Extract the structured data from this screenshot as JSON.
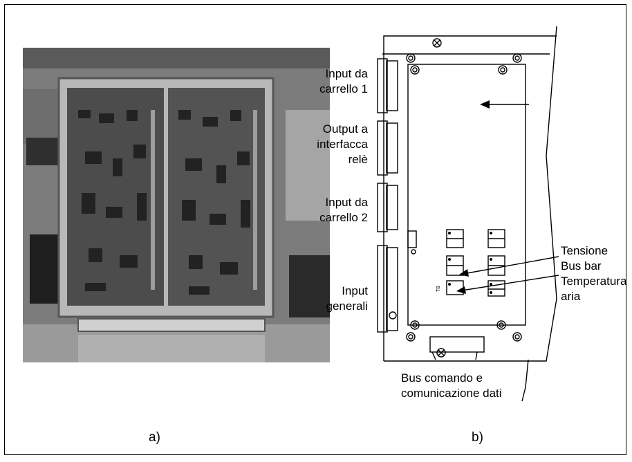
{
  "figure": {
    "panel_a_label": "a)",
    "panel_b_label": "b)"
  },
  "labels": {
    "input_carrello_1": [
      "Input da",
      "carrello 1"
    ],
    "output_interfaccia": [
      "Output a",
      "interfacca",
      "relè"
    ],
    "input_carrello_2": [
      "Input da",
      "carrello 2"
    ],
    "input_generali": [
      "Input",
      "generali"
    ],
    "tensione": [
      "Tensione",
      "Bus bar"
    ],
    "temperatura": [
      "Temperatura",
      "aria"
    ],
    "bus_comando": [
      "Bus comando e",
      "comunicazione dati"
    ],
    "tag_small": "TB"
  }
}
